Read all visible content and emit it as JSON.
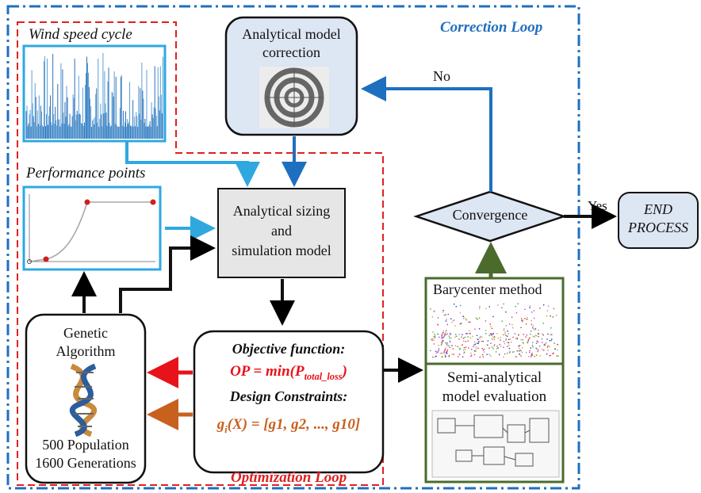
{
  "loops": {
    "correction": "Correction Loop",
    "optimization": "Optimization Loop"
  },
  "panels": {
    "wind_speed": "Wind speed cycle",
    "performance": "Performance points"
  },
  "nodes": {
    "correction_model": {
      "line1": "Analytical model",
      "line2": "correction"
    },
    "sizing": {
      "line1": "Analytical sizing",
      "line2": "and",
      "line3": "simulation model"
    },
    "convergence": "Convergence",
    "end": {
      "line1": "END",
      "line2": "PROCESS"
    },
    "barycenter": "Barycenter method",
    "semi_analytical": {
      "line1": "Semi-analytical",
      "line2": "model evaluation"
    },
    "genetic": {
      "line1": "Genetic",
      "line2": "Algorithm",
      "population": "500 Population",
      "generations": "1600 Generations"
    },
    "objective": {
      "title": "Objective function:",
      "op_lhs": "OP = min(P",
      "op_sub": "total_loss",
      "op_rhs": ")",
      "constraints_title": "Design Constraints:",
      "g_lhs": "g",
      "g_sub": "i",
      "g_rhs": "(X) = [g",
      "g_list": "1, g2, ..., g10]"
    }
  },
  "edges": {
    "no": "No",
    "yes": "Yes"
  },
  "colors": {
    "correction_blue": "#1f6fbf",
    "light_blue": "#2fa8e0",
    "red_dashed": "#e02020",
    "red_arrow": "#e8121a",
    "orange_arrow": "#c8601e",
    "green": "#4a6b2c",
    "box_fill": "#dde6f3",
    "end_fill": "#dde6f3"
  }
}
